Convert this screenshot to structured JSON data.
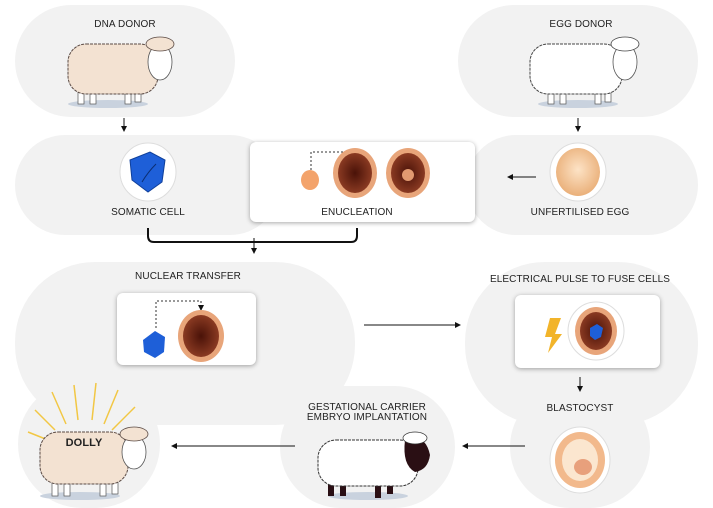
{
  "steps": {
    "dna_donor": "DNA DONOR",
    "egg_donor": "EGG DONOR",
    "somatic_cell": "SOMATIC CELL",
    "enucleation": "ENUCLEATION",
    "unfertilised_egg": "UNFERTILISED EGG",
    "nuclear_transfer": "NUCLEAR TRANSFER",
    "electrical_pulse": "ELECTRICAL PULSE TO FUSE CELLS",
    "blastocyst": "BLASTOCYST",
    "gestational_line1": "GESTATIONAL CARRIER",
    "gestational_line2": "EMBRYO IMPLANTATION",
    "dolly": "DOLLY"
  },
  "colors": {
    "panel": "#f2f2f2",
    "somatic_blue": "#1e5fd8",
    "egg_peach": "#f6c99a",
    "egg_brown": "#7a2e1c",
    "sheep_beige": "#f3e2d2",
    "bolt_yellow": "#f2b42a"
  }
}
